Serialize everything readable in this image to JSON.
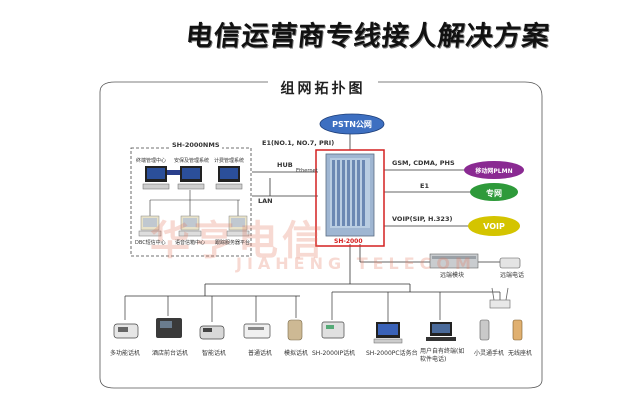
{
  "title": "电信运营商专线接人解决方案",
  "diagram": {
    "subtitle": "组网拓扑图",
    "nms_group": "SH-2000NMS",
    "nms_items": [
      "终端管理中心",
      "安保及管理系统",
      "计费管理系统",
      "DBC短信中心",
      "语音信箱中心",
      "跟踪服务器平台"
    ],
    "hub": "HUB",
    "ethernet": "Ethernet",
    "lan": "LAN",
    "core_label": "SH-2000",
    "pstn": "PSTN公网",
    "e1_links": "E1(NO.1, NO.7, PRI)",
    "gsm_links": "GSM, CDMA, PHS",
    "mobile_cloud": "移动网PLMN",
    "e1": "E1",
    "private_cloud": "专网",
    "voip_links": "VOIP(SIP, H.323)",
    "voip_cloud": "VOIP",
    "remote_module": "远端模块",
    "remote_phone": "远端电话",
    "endpoints": [
      "多功能话机",
      "酒店前台话机",
      "智能话机",
      "普通话机",
      "模拟话机",
      "SH-2000IP话机",
      "SH-2000PC话务台",
      "用户自有终端(如软件电话)",
      "小灵通手机",
      "无线座机"
    ],
    "watermark": "华亨电信",
    "watermark_en": "JIAHENG TELECOM",
    "colors": {
      "pstn": "#3d6fc1",
      "mobile": "#8a2a92",
      "private": "#2e9a3a",
      "voip": "#d4c400",
      "core_border": "#d42020"
    }
  }
}
